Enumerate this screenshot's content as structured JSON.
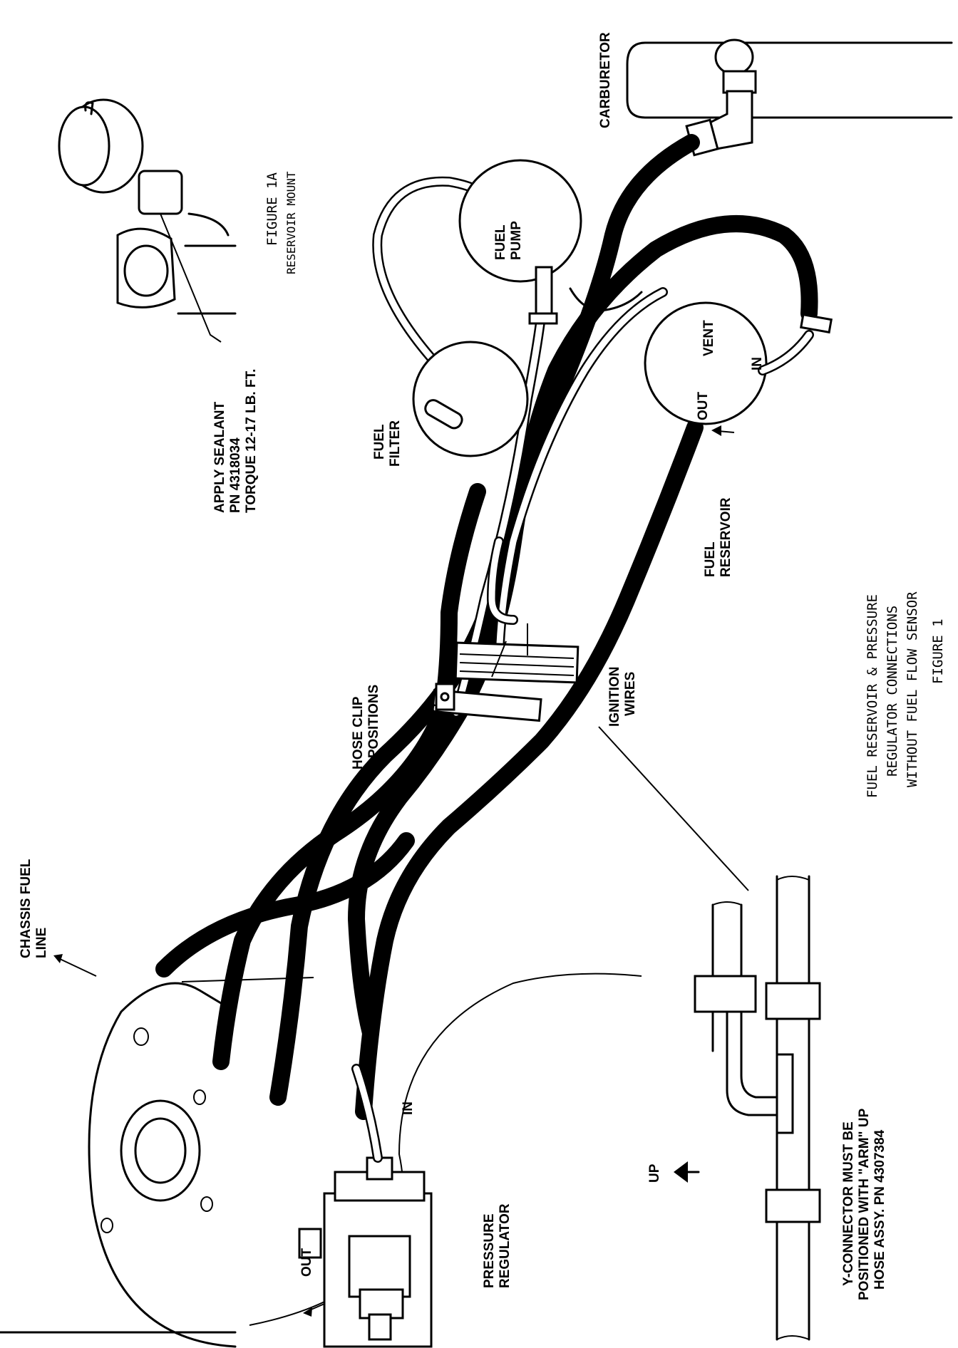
{
  "labels": {
    "carburetor": "CARBURETOR",
    "figure_1a": "FIGURE 1A",
    "reservoir_mount": "RESERVOIR MOUNT",
    "apply_sealant": "APPLY SEALANT",
    "pn_sealant": "PN 4318034",
    "torque": "TORQUE 12-17 LB. FT.",
    "fuel_pump_1": "FUEL",
    "fuel_pump_2": "PUMP",
    "fuel_filter_1": "FUEL",
    "fuel_filter_2": "FILTER",
    "vent": "VENT",
    "out_res": "OUT",
    "in_res": "IN",
    "fuel_reservoir_1": "FUEL",
    "fuel_reservoir_2": "RESERVOIR",
    "title_1": "FUEL RESERVOIR & PRESSURE",
    "title_2": "REGULATOR CONNECTIONS",
    "title_3": "WITHOUT FUEL FLOW SENSOR",
    "figure_1": "FIGURE  1",
    "ignition_1": "IGNITION",
    "ignition_2": "WIRES",
    "hose_clip_1": "HOSE CLIP",
    "hose_clip_2": "4 POSITIONS",
    "chassis_1": "CHASSIS FUEL",
    "chassis_2": "LINE",
    "pressure_reg_1": "PRESSURE",
    "pressure_reg_2": "REGULATOR",
    "in_reg": "IN",
    "out_reg": "OUT",
    "up": "UP",
    "yconn_1": "Y-CONNECTOR MUST BE",
    "yconn_2": "POSITIONED WITH \"ARM\" UP",
    "yconn_3": "HOSE ASSY. PN 4307384"
  }
}
